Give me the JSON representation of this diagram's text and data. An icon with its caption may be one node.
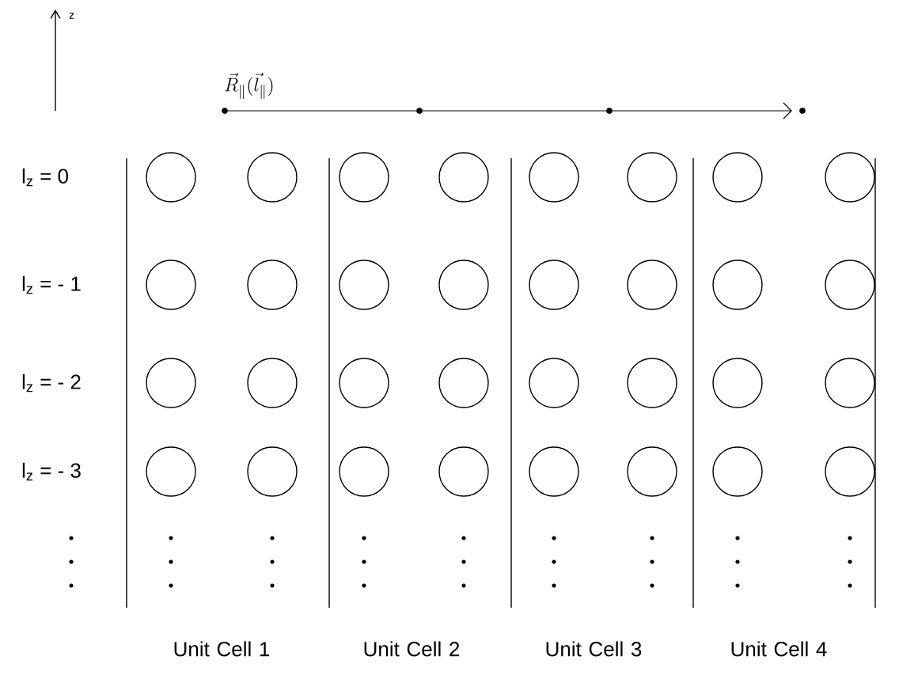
{
  "diagram": {
    "labels": [
      "z",
      "\\vec{R}_{\\parallel}(\\vec{l}_{\\parallel})",
      "l$_{z}$ = 0",
      "l$_{z}$ = - 1",
      "l$_{z}$ = - 2",
      "l$_{z}$ = - 3",
      "Unit Cell 1",
      "Unit Cell 2",
      "Unit Cell 3",
      "Unit Cell 4"
    ]
  }
}
